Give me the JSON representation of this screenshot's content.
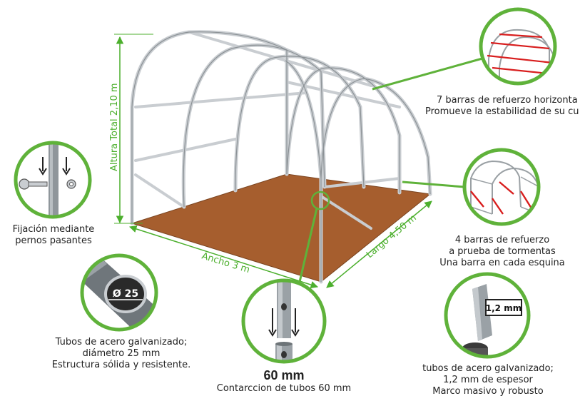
{
  "colors": {
    "accent_green": "#5fb23a",
    "floor_brown": "#a65e2e",
    "red_bars": "#d81e1e",
    "frame_grey": "#cfd3d6",
    "text": "#222222"
  },
  "dimensions": {
    "height": "Altura Total 2,10 m",
    "width": "Ancho 3 m",
    "length": "Largo 4,50 m"
  },
  "badges": {
    "tube_diameter": "Ø 25",
    "thickness": "1,2 mm"
  },
  "callouts": {
    "horizontal_bars": {
      "line1": "7 barras de refuerzo horizonta",
      "line2": "Promueve la estabilidad de su cu"
    },
    "storm_bars": {
      "line1": "4 barras de refuerzo",
      "line2": "a prueba de tormentas",
      "line3": "Una barra en cada esquina"
    },
    "bolts": {
      "line1": "Fijación mediante",
      "line2": "pernos pasantes"
    },
    "tubes": {
      "line1": "Tubos de acero galvanizado;",
      "line2": "diámetro 25 mm",
      "line3": "Estructura sólida y resistente."
    },
    "connection": {
      "title": "60 mm",
      "line1": "Contarccion de tubos 60 mm"
    },
    "thickness": {
      "line1": "tubos de acero galvanizado;",
      "line2": "1,2 mm de espesor",
      "line3": "Marco masivo y robusto"
    }
  }
}
